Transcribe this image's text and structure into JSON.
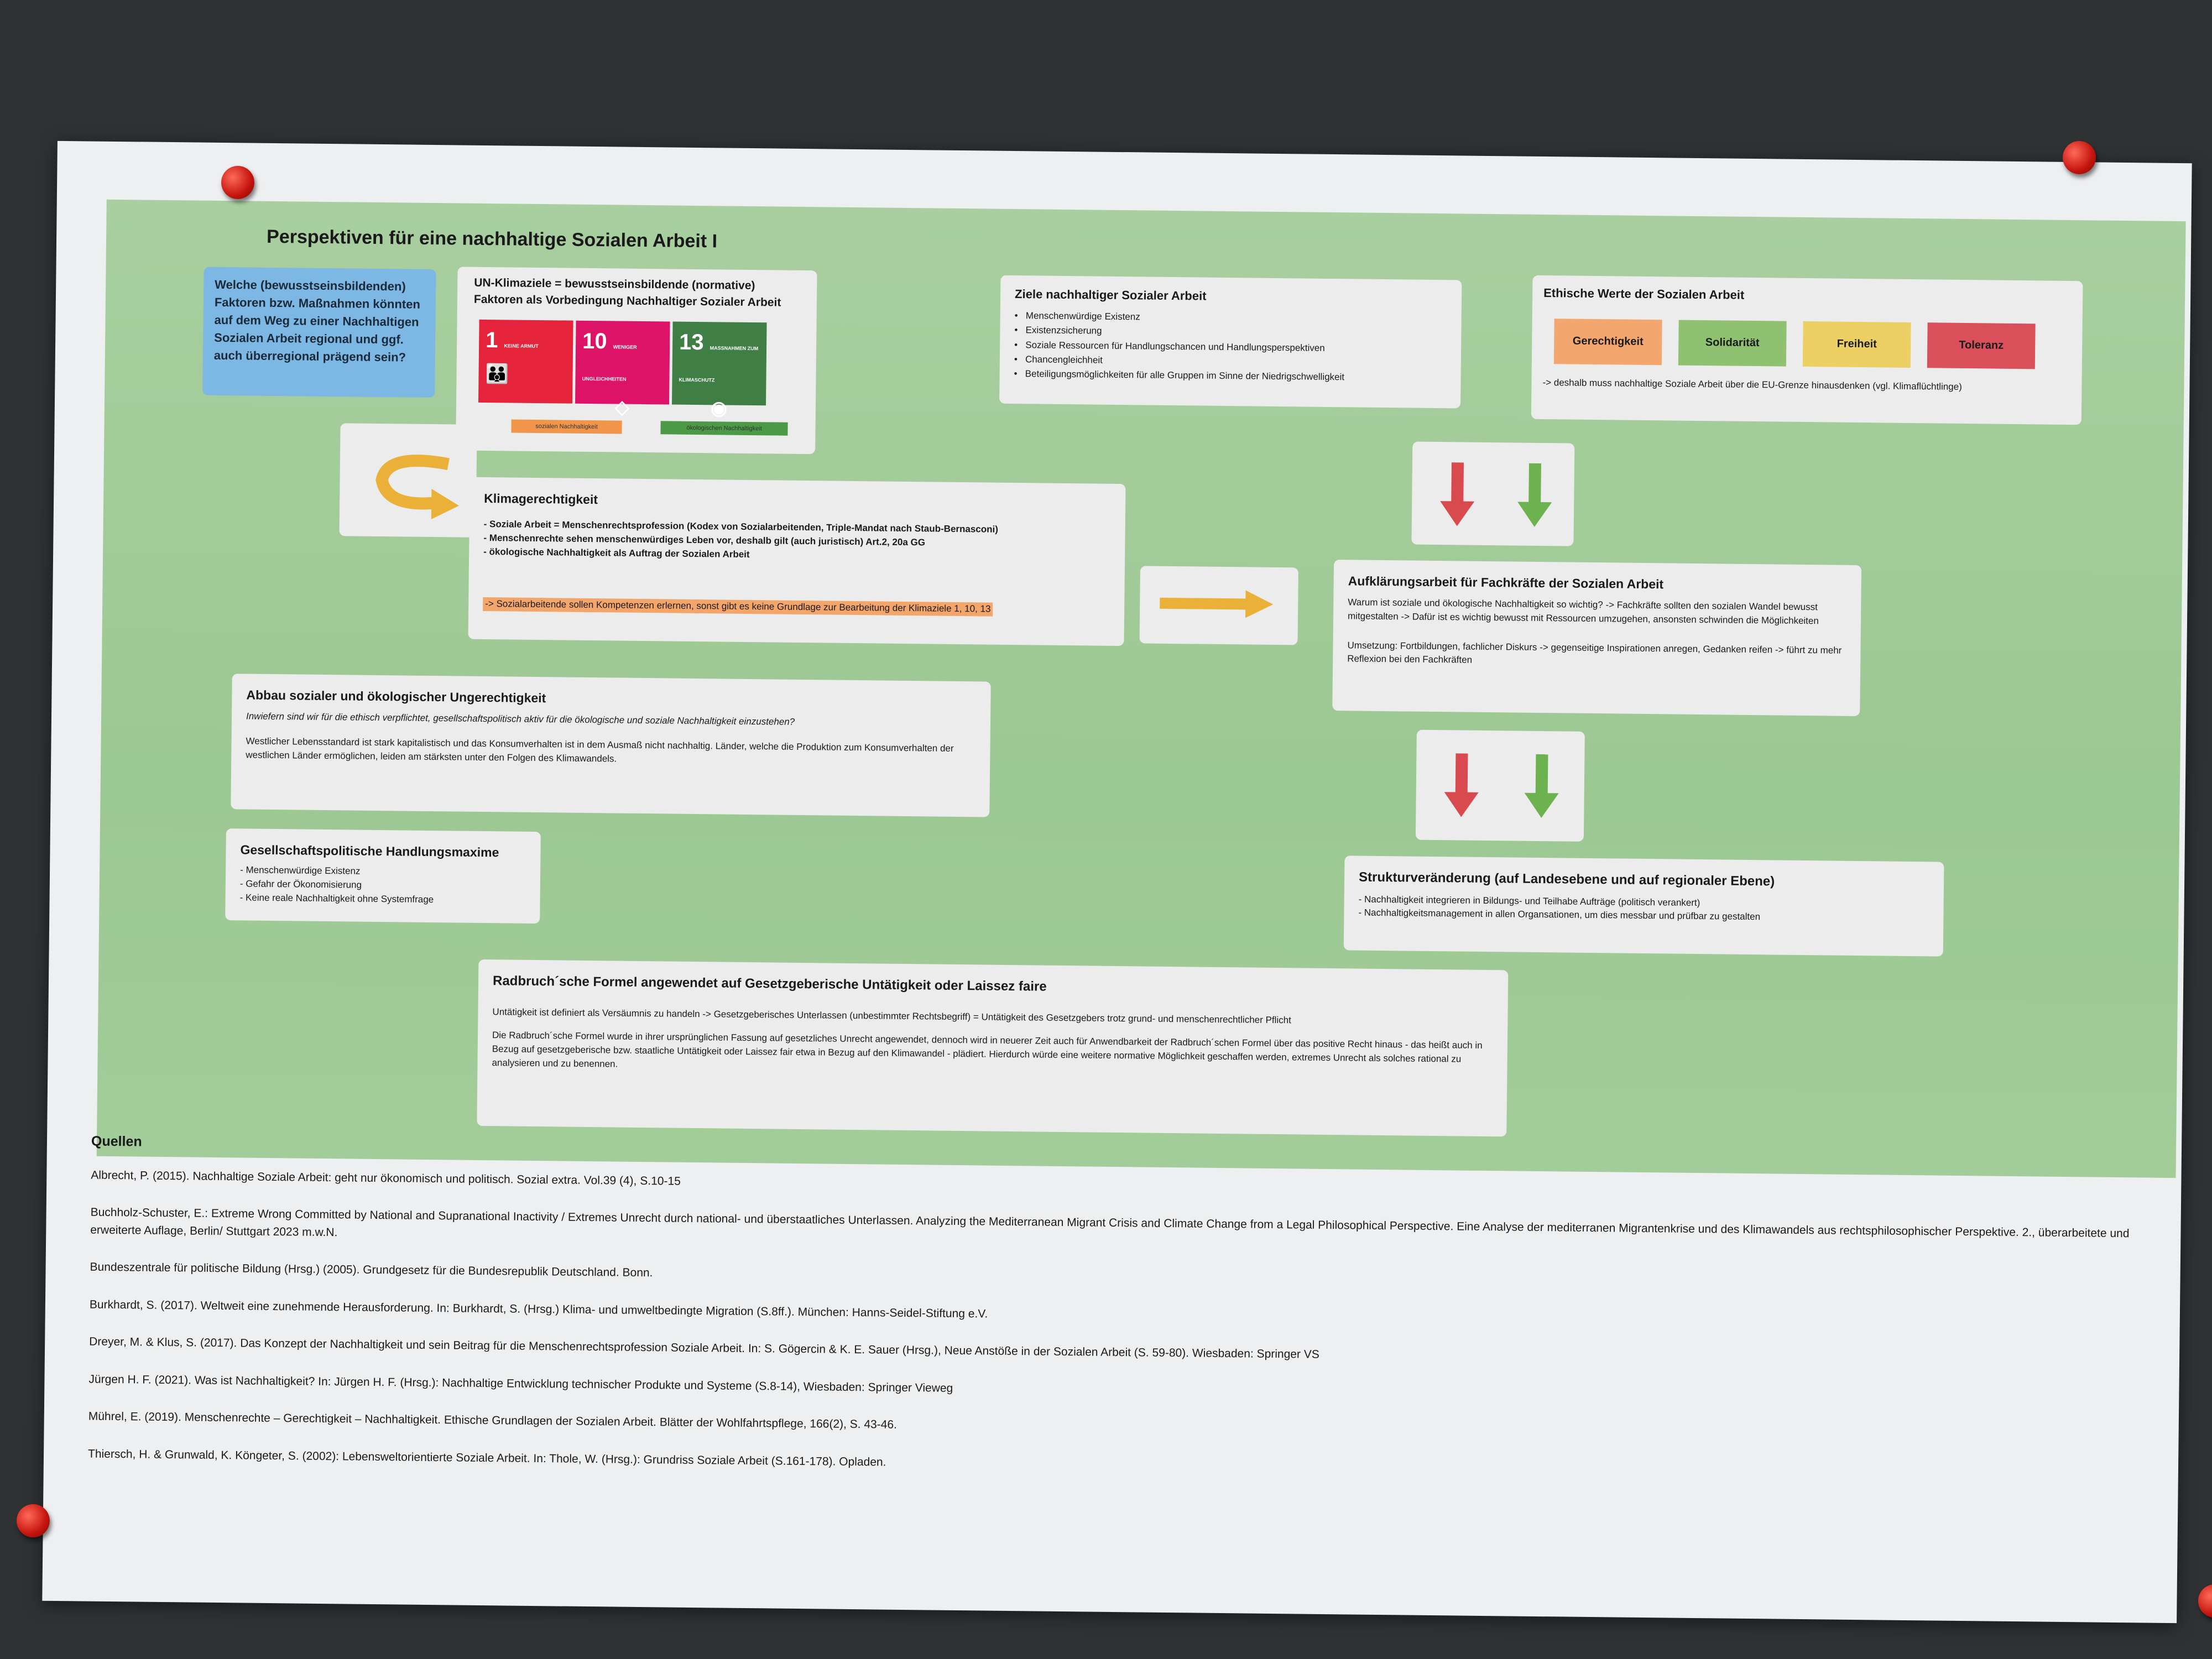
{
  "title": "Perspektiven für eine nachhaltige Sozialen Arbeit I",
  "question": "Welche (bewusstseinsbildenden) Faktoren bzw. Maßnahmen könnten auf dem Weg zu einer Nachhaltigen Sozialen Arbeit regional und ggf. auch überregional prägend sein?",
  "un": {
    "heading": "UN-Klimaziele = bewusstseinsbildende (normative) Faktoren als Vorbedingung Nachhaltiger Sozialer Arbeit",
    "goals": [
      {
        "num": "1",
        "label": "KEINE ARMUT",
        "color": "#e5243b"
      },
      {
        "num": "10",
        "label": "WENIGER UNGLEICHHEITEN",
        "color": "#dd1367"
      },
      {
        "num": "13",
        "label": "MASSNAHMEN ZUM KLIMASCHUTZ",
        "color": "#3f7e44"
      }
    ],
    "tags": [
      {
        "label": "sozialen Nachhaltigkeit",
        "color": "#f0954a"
      },
      {
        "label": "ökologischen Nachhaltigkeit",
        "color": "#4c9a45"
      }
    ]
  },
  "ziele": {
    "heading": "Ziele nachhaltiger Sozialer Arbeit",
    "items": [
      "Menschenwürdige Existenz",
      "Existenzsicherung",
      "Soziale Ressourcen für Handlungschancen und Handlungsperspektiven",
      "Chancengleichheit",
      "Beteiligungsmöglichkeiten für alle Gruppen im Sinne der Niedrigschwelligkeit"
    ]
  },
  "werte": {
    "heading": "Ethische Werte der Sozialen Arbeit",
    "values": [
      {
        "label": "Gerechtigkeit",
        "color": "#f3a66d"
      },
      {
        "label": "Solidarität",
        "color": "#8fc170"
      },
      {
        "label": "Freiheit",
        "color": "#ecd064"
      },
      {
        "label": "Toleranz",
        "color": "#d9505a"
      }
    ],
    "note": "-> deshalb muss nachhaltige Soziale Arbeit über die EU-Grenze hinausdenken (vgl. Klimaflüchtlinge)"
  },
  "klima": {
    "heading": "Klimagerechtigkeit",
    "items": [
      "- Soziale Arbeit = Menschenrechtsprofession (Kodex von Sozialarbeitenden, Triple-Mandat nach Staub-Bernasconi)",
      "- Menschenrechte sehen menschenwürdiges Leben vor, deshalb gilt (auch juristisch) Art.2, 20a GG",
      "- ökologische Nachhaltigkeit als Auftrag der Sozialen Arbeit"
    ],
    "highlight": "-> Sozialarbeitende sollen Kompetenzen erlernen, sonst gibt es keine Grundlage zur Bearbeitung der Klimaziele 1, 10, 13"
  },
  "aufklaerung": {
    "heading": "Aufklärungsarbeit für Fachkräfte der Sozialen Arbeit",
    "p1": "Warum ist soziale und ökologische Nachhaltigkeit so wichtig? -> Fachkräfte sollten den sozialen Wandel bewusst mitgestalten -> Dafür ist es wichtig bewusst mit Ressourcen umzugehen, ansonsten schwinden die Möglichkeiten",
    "p2": "Umsetzung: Fortbildungen, fachlicher Diskurs -> gegenseitige Inspirationen anregen, Gedanken reifen -> führt zu mehr Reflexion bei den Fachkräften"
  },
  "abbau": {
    "heading": "Abbau sozialer und ökologischer Ungerechtigkeit",
    "question": "Inwiefern sind wir für die ethisch verpflichtet, gesellschaftspolitisch aktiv für die ökologische und soziale Nachhaltigkeit einzustehen?",
    "text": "Westlicher Lebensstandard ist stark kapitalistisch und das Konsumverhalten ist in dem Ausmaß nicht nachhaltig. Länder, welche die Produktion zum Konsumverhalten der westlichen Länder ermöglichen, leiden am stärksten unter den Folgen des Klimawandels."
  },
  "maxime": {
    "heading": "Gesellschaftspolitische Handlungsmaxime",
    "items": [
      "- Menschenwürdige Existenz",
      "- Gefahr der Ökonomisierung",
      "- Keine reale Nachhaltigkeit ohne Systemfrage"
    ]
  },
  "struktur": {
    "heading": "Strukturveränderung (auf Landesebene und auf regionaler Ebene)",
    "items": [
      "-  Nachhaltigkeit integrieren in Bildungs- und Teilhabe Aufträge (politisch verankert)",
      "-  Nachhaltigkeitsmanagement in allen Organsationen, um dies messbar und prüfbar zu gestalten"
    ]
  },
  "radbruch": {
    "heading": "Radbruch´sche Formel angewendet auf Gesetzgeberische Untätigkeit oder Laissez faire",
    "p1": "Untätigkeit ist definiert als Versäumnis zu handeln -> Gesetzgeberisches Unterlassen (unbestimmter Rechtsbegriff) = Untätigkeit des Gesetzgebers trotz grund- und menschenrechtlicher Pflicht",
    "p2": "Die Radbruch´sche Formel wurde in ihrer ursprünglichen Fassung auf gesetzliches Unrecht angewendet, dennoch wird in neuerer Zeit auch für Anwendbarkeit der Radbruch´schen Formel über das positive Recht hinaus - das heißt auch in Bezug auf gesetzgeberische bzw. staatliche Untätigkeit oder Laissez fair etwa in Bezug auf den Klimawandel - plädiert. Hierdurch würde eine weitere normative Möglichkeit geschaffen werden, extremes Unrecht als solches rational zu analysieren und zu benennen."
  },
  "quellen": {
    "heading": "Quellen",
    "refs": [
      "Albrecht, P. (2015). Nachhaltige Soziale Arbeit: geht nur ökonomisch und politisch. Sozial extra. Vol.39 (4), S.10-15",
      "Buchholz-Schuster, E.: Extreme Wrong Committed by National and Supranational Inactivity / Extremes Unrecht durch national- und überstaatliches Unterlassen. Analyzing the Mediterranean Migrant Crisis and Climate Change from a Legal Philosophical Perspective. Eine Analyse der mediterranen Migrantenkrise und des Klimawandels aus rechtsphilosophischer Perspektive. 2., überarbeitete und erweiterte Auflage, Berlin/ Stuttgart 2023 m.w.N.",
      "Bundeszentrale für politische Bildung (Hrsg.) (2005). Grundgesetz für die Bundesrepublik Deutschland. Bonn.",
      "Burkhardt, S. (2017). Weltweit eine zunehmende Herausforderung. In: Burkhardt, S. (Hrsg.) Klima- und umweltbedingte Migration (S.8ff.). München: Hanns-Seidel-Stiftung e.V.",
      "Dreyer, M. & Klus, S. (2017). Das Konzept der Nachhaltigkeit und sein Beitrag für die Menschenrechtsprofession Soziale Arbeit. In: S. Gögercin & K. E. Sauer (Hrsg.), Neue Anstöße in der Sozialen Arbeit (S. 59-80). Wiesbaden: Springer VS",
      "Jürgen H. F. (2021). Was ist Nachhaltigkeit? In: Jürgen H. F. (Hrsg.): Nachhaltige Entwicklung technischer Produkte und Systeme (S.8-14), Wiesbaden: Springer Vieweg",
      "Mührel, E. (2019). Menschenrechte – Gerechtigkeit – Nachhaltigkeit. Ethische Grundlagen der Sozialen Arbeit. Blätter der Wohlfahrtspflege, 166(2), S. 43-46.",
      "Thiersch, H. & Grunwald, K. Köngeter, S. (2002): Lebensweltorientierte Soziale Arbeit. In: Thole, W. (Hrsg.): Grundriss Soziale Arbeit (S.161-178). Opladen."
    ]
  }
}
